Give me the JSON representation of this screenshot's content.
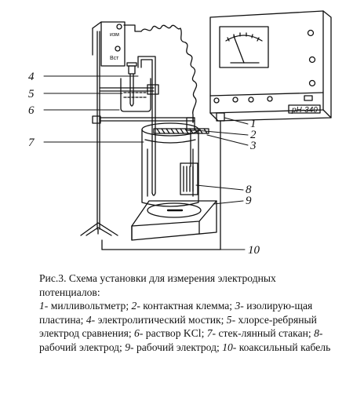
{
  "figure": {
    "callouts": [
      "1",
      "2",
      "3",
      "4",
      "5",
      "6",
      "7",
      "8",
      "9",
      "10"
    ],
    "switch_labels": [
      "изм",
      "Вст"
    ],
    "meter_model": "pH-340"
  },
  "caption": {
    "title_line1": "Рис.3. Схема установки для измерения электродных",
    "title_line2": "потенциалов:",
    "legend": [
      {
        "num": "1-",
        "text": " милливольтметр"
      },
      {
        "num": "2-",
        "text": " контактная клемма"
      },
      {
        "num": "3-",
        "text": " изолирую-щая пластина"
      },
      {
        "num": "4-",
        "text": " электролитический мостик"
      },
      {
        "num": "5-",
        "text": " хлорсе-ребряный электрод сравнения"
      },
      {
        "num": "6-",
        "text": " раствор KCl"
      },
      {
        "num": "7-",
        "text": " стек-лянный стакан"
      },
      {
        "num": "8-",
        "text": " рабочий электрод"
      },
      {
        "num": "9-",
        "text": " рабочий электрод"
      },
      {
        "num": "10-",
        "text": " коаксильный кабель"
      }
    ]
  },
  "colors": {
    "ink": "#111111",
    "paper": "#ffffff"
  }
}
